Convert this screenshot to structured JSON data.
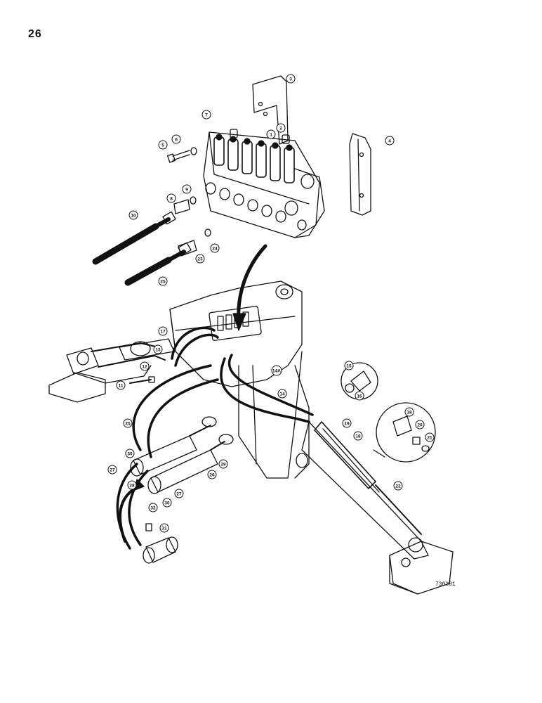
{
  "page": {
    "number": "26",
    "drawing_id": "730381"
  },
  "colors": {
    "ink": "#111111",
    "paper": "#ffffff"
  },
  "callouts": [
    {
      "label": "3"
    },
    {
      "label": "7"
    },
    {
      "label": "2"
    },
    {
      "label": "1"
    },
    {
      "label": "6"
    },
    {
      "label": "5"
    },
    {
      "label": "4"
    },
    {
      "label": "9"
    },
    {
      "label": "8"
    },
    {
      "label": "10"
    },
    {
      "label": "24"
    },
    {
      "label": "23"
    },
    {
      "label": "25"
    },
    {
      "label": "17"
    },
    {
      "label": "13"
    },
    {
      "label": "12"
    },
    {
      "label": "11"
    },
    {
      "label": "14A"
    },
    {
      "label": "14"
    },
    {
      "label": "15"
    },
    {
      "label": "16"
    },
    {
      "label": "19"
    },
    {
      "label": "18"
    },
    {
      "label": "18"
    },
    {
      "label": "20"
    },
    {
      "label": "21"
    },
    {
      "label": "22"
    },
    {
      "label": "25"
    },
    {
      "label": "30"
    },
    {
      "label": "27"
    },
    {
      "label": "28"
    },
    {
      "label": "29"
    },
    {
      "label": "26"
    },
    {
      "label": "27"
    },
    {
      "label": "30"
    },
    {
      "label": "32"
    },
    {
      "label": "31"
    }
  ]
}
